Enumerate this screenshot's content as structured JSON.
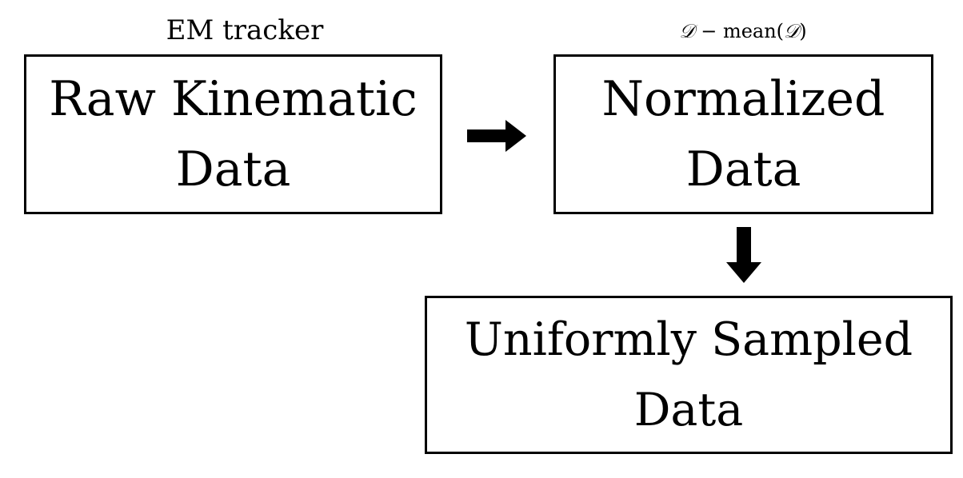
{
  "labels": {
    "em_tracker": "EM tracker",
    "normalization_symbol": "𝒟",
    "normalization_op": " − mean(",
    "normalization_close": ")"
  },
  "boxes": {
    "raw": {
      "line1": "Raw Kinematic",
      "line2": "Data"
    },
    "normalized": {
      "line1": "Normalized",
      "line2": "Data"
    },
    "uniform": {
      "line1": "Uniformly Sampled",
      "line2": "Data"
    }
  },
  "arrows": {
    "raw_to_normalized": "arrow-right-icon",
    "normalized_to_uniform": "arrow-down-icon"
  }
}
